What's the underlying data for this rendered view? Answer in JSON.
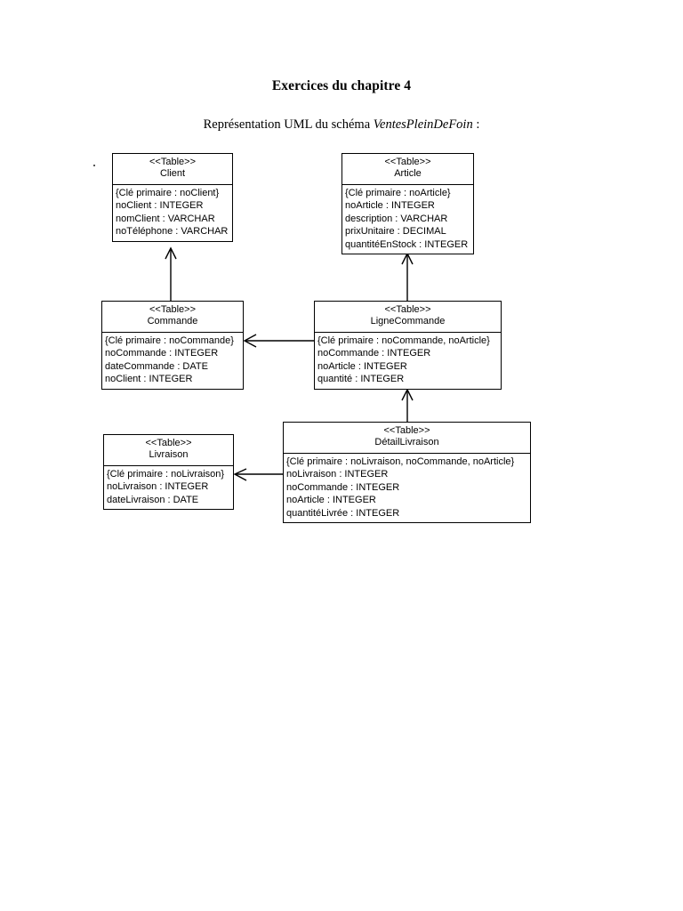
{
  "document": {
    "title": "Exercices du chapitre 4",
    "subtitle_prefix": "Représentation UML du schéma ",
    "subtitle_schema": "VentesPleinDeFoin",
    "subtitle_suffix": " :"
  },
  "diagram": {
    "stereotype": "<<Table>>",
    "classes": [
      {
        "id": "client",
        "name": "Client",
        "stereotype": "<<Table>>",
        "attributes": [
          "{Clé primaire : noClient}",
          "noClient : INTEGER",
          "nomClient : VARCHAR",
          "noTéléphone : VARCHAR"
        ]
      },
      {
        "id": "article",
        "name": "Article",
        "stereotype": "<<Table>>",
        "attributes": [
          "{Clé primaire : noArticle}",
          "noArticle : INTEGER",
          "description : VARCHAR",
          "prixUnitaire : DECIMAL",
          "quantitéEnStock : INTEGER"
        ]
      },
      {
        "id": "commande",
        "name": "Commande",
        "stereotype": "<<Table>>",
        "attributes": [
          "{Clé primaire : noCommande}",
          "noCommande : INTEGER",
          "dateCommande : DATE",
          "noClient : INTEGER"
        ]
      },
      {
        "id": "lignecommande",
        "name": "LigneCommande",
        "stereotype": "<<Table>>",
        "attributes": [
          "{Clé primaire : noCommande, noArticle}",
          "noCommande : INTEGER",
          "noArticle : INTEGER",
          "quantité : INTEGER"
        ]
      },
      {
        "id": "livraison",
        "name": "Livraison",
        "stereotype": "<<Table>>",
        "attributes": [
          "{Clé primaire : noLivraison}",
          "noLivraison : INTEGER",
          "dateLivraison : DATE"
        ]
      },
      {
        "id": "detaillivraison",
        "name": "DétailLivraison",
        "stereotype": "<<Table>>",
        "attributes": [
          "{Clé primaire : noLivraison, noCommande, noArticle}",
          "noLivraison : INTEGER",
          "noCommande : INTEGER",
          "noArticle : INTEGER",
          "quantitéLivrée : INTEGER"
        ]
      }
    ],
    "relationships": [
      {
        "id": "commande-to-client",
        "from": "commande",
        "to": "client",
        "direction": "up"
      },
      {
        "id": "lignecommande-to-article",
        "from": "lignecommande",
        "to": "article",
        "direction": "up"
      },
      {
        "id": "lignecommande-to-commande",
        "from": "lignecommande",
        "to": "commande",
        "direction": "left"
      },
      {
        "id": "detaillivraison-to-lignecommande",
        "from": "detaillivraison",
        "to": "lignecommande",
        "direction": "up"
      },
      {
        "id": "detaillivraison-to-livraison",
        "from": "detaillivraison",
        "to": "livraison",
        "direction": "left"
      }
    ]
  },
  "colors": {
    "line": "#000000",
    "text": "#000000",
    "background": "#ffffff"
  }
}
